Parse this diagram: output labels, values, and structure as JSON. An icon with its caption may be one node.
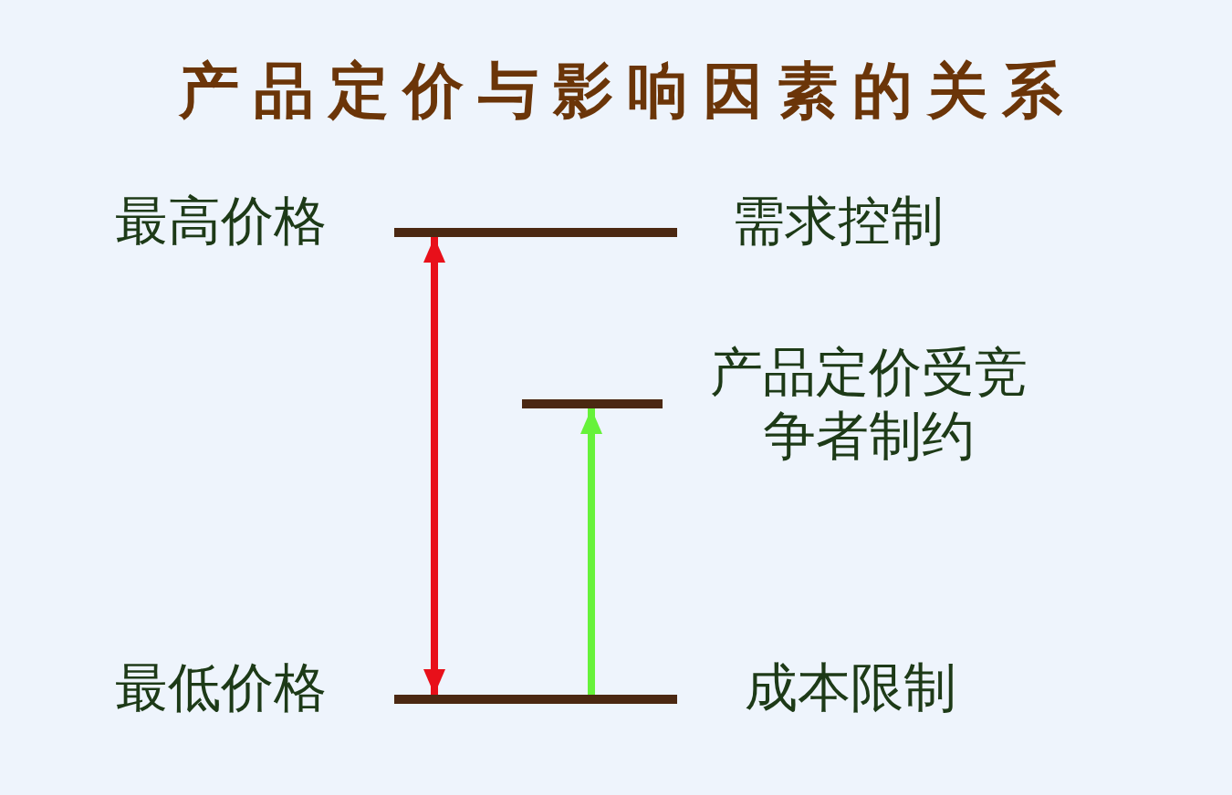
{
  "diagram": {
    "title": "产品定价与影响因素的关系",
    "nodes": [
      {
        "text": [],
        "shape": "bar",
        "beside": [
          "最高价格",
          "需求控制"
        ]
      },
      {
        "text": [],
        "shape": "bar",
        "beside": [
          "产品定价受竞争者制约"
        ]
      },
      {
        "text": [],
        "shape": "bar",
        "beside": [
          "最低价格",
          "成本限制"
        ]
      }
    ],
    "edges": [
      {
        "from": 2,
        "to": 0,
        "arrow": "both",
        "color": "#e8101a"
      },
      {
        "from": 2,
        "to": 1,
        "arrow": "to",
        "color": "#66f23a"
      }
    ]
  }
}
